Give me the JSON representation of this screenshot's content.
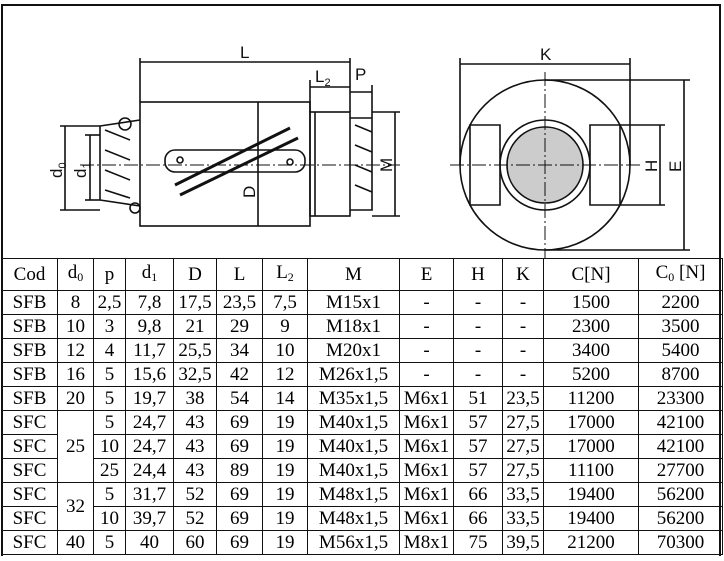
{
  "drawing": {
    "labels": {
      "L": "L",
      "L2": "L",
      "L2_sub": "2",
      "P": "P",
      "d0": "d",
      "d0_sub": "0",
      "d1": "d",
      "d1_sub": "1",
      "D": "D",
      "M": "M",
      "K": "K",
      "H": "H",
      "E": "E"
    }
  },
  "table": {
    "headers": [
      {
        "t": "Cod",
        "s": ""
      },
      {
        "t": "d",
        "s": "0"
      },
      {
        "t": "p",
        "s": ""
      },
      {
        "t": "d",
        "s": "1"
      },
      {
        "t": "D",
        "s": ""
      },
      {
        "t": "L",
        "s": ""
      },
      {
        "t": "L",
        "s": "2"
      },
      {
        "t": "M",
        "s": ""
      },
      {
        "t": "E",
        "s": ""
      },
      {
        "t": "H",
        "s": ""
      },
      {
        "t": "K",
        "s": ""
      },
      {
        "t": "C[N]",
        "s": ""
      },
      {
        "t": "C",
        "s": "0",
        "after": " [N]"
      }
    ],
    "rows": [
      [
        "SFB",
        "8",
        "2,5",
        "7,8",
        "17,5",
        "23,5",
        "7,5",
        "M15x1",
        "-",
        "-",
        "-",
        "1500",
        "2200"
      ],
      [
        "SFB",
        "10",
        "3",
        "9,8",
        "21",
        "29",
        "9",
        "M18x1",
        "-",
        "-",
        "-",
        "2300",
        "3500"
      ],
      [
        "SFB",
        "12",
        "4",
        "11,7",
        "25,5",
        "34",
        "10",
        "M20x1",
        "-",
        "-",
        "-",
        "3400",
        "5400"
      ],
      [
        "SFB",
        "16",
        "5",
        "15,6",
        "32,5",
        "42",
        "12",
        "M26x1,5",
        "-",
        "-",
        "-",
        "5200",
        "8700"
      ],
      [
        "SFB",
        "20",
        "5",
        "19,7",
        "38",
        "54",
        "14",
        "M35x1,5",
        "M6x1",
        "51",
        "23,5",
        "11200",
        "23300"
      ],
      [
        "SFC",
        "25",
        "5",
        "24,7",
        "43",
        "69",
        "19",
        "M40x1,5",
        "M6x1",
        "57",
        "27,5",
        "17000",
        "42100"
      ],
      [
        "SFC",
        "",
        "10",
        "24,7",
        "43",
        "69",
        "19",
        "M40x1,5",
        "M6x1",
        "57",
        "27,5",
        "17000",
        "42100"
      ],
      [
        "SFC",
        "",
        "25",
        "24,4",
        "43",
        "89",
        "19",
        "M40x1,5",
        "M6x1",
        "57",
        "27,5",
        "11100",
        "27700"
      ],
      [
        "SFC",
        "32",
        "5",
        "31,7",
        "52",
        "69",
        "19",
        "M48x1,5",
        "M6x1",
        "66",
        "33,5",
        "19400",
        "56200"
      ],
      [
        "SFC",
        "",
        "10",
        "39,7",
        "52",
        "69",
        "19",
        "M48x1,5",
        "M6x1",
        "66",
        "33,5",
        "19400",
        "56200"
      ],
      [
        "SFC",
        "40",
        "5",
        "40",
        "60",
        "69",
        "19",
        "M56x1,5",
        "M8x1",
        "75",
        "39,5",
        "21200",
        "70300"
      ]
    ]
  }
}
